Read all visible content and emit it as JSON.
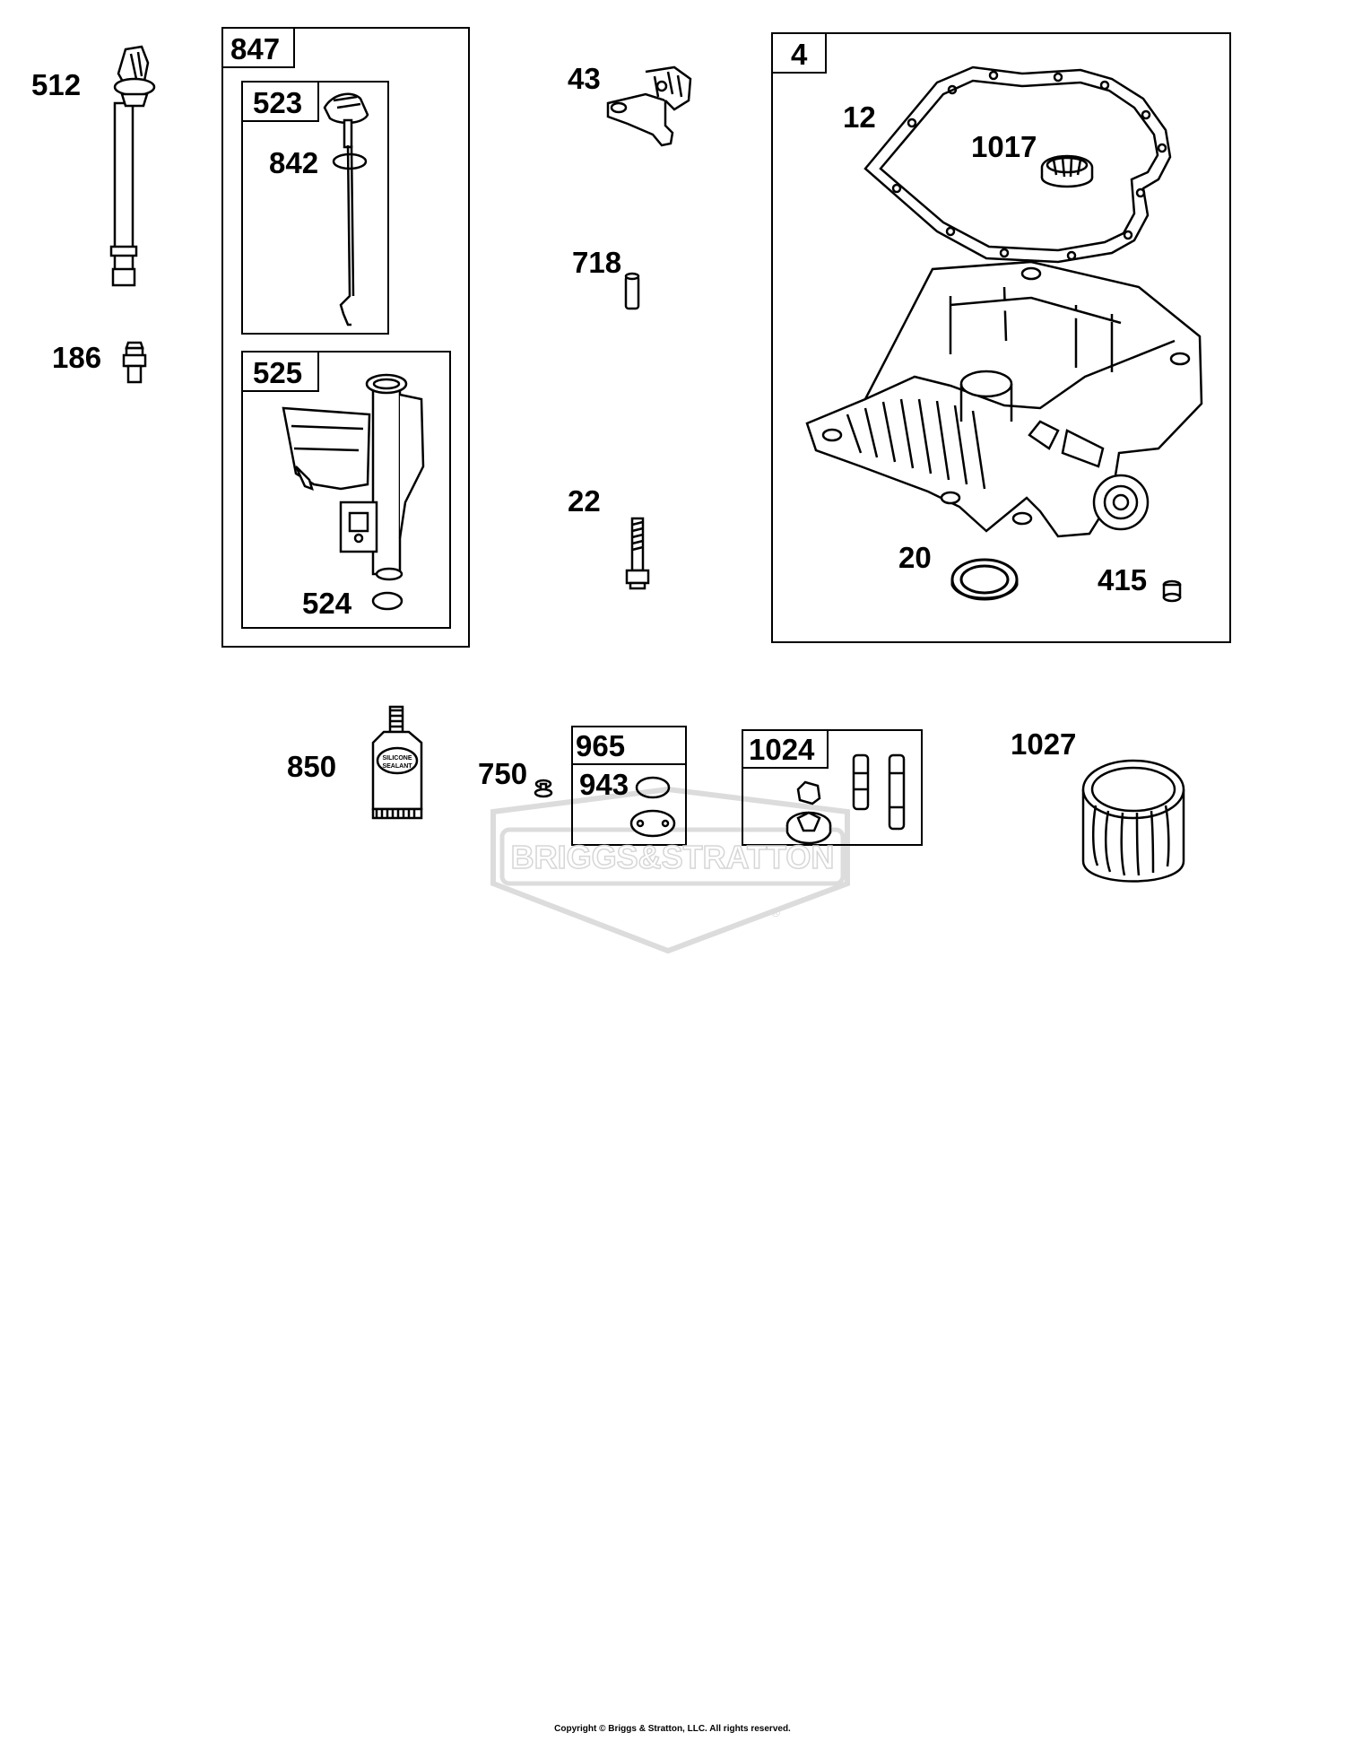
{
  "labels": {
    "p512": "512",
    "p186": "186",
    "p842": "842",
    "p524": "524",
    "p43": "43",
    "p718": "718",
    "p22": "22",
    "p12": "12",
    "p1017": "1017",
    "p20": "20",
    "p415": "415",
    "p850": "850",
    "p750": "750",
    "p943": "943",
    "p1027": "1027"
  },
  "kits": {
    "k847": "847",
    "k523": "523",
    "k525": "525",
    "k4": "4",
    "k965": "965",
    "k1024": "1024"
  },
  "tube_text": {
    "line1": "SILICONE",
    "line2": "SEALANT"
  },
  "watermark": {
    "brand": "BRIGGS&STRATTON",
    "mark": "®"
  },
  "footer": {
    "copyright": "Copyright © Briggs & Stratton, LLC. All rights reserved."
  },
  "colors": {
    "line": "#000000",
    "watermark": "#d9d9d9",
    "background": "#ffffff"
  }
}
